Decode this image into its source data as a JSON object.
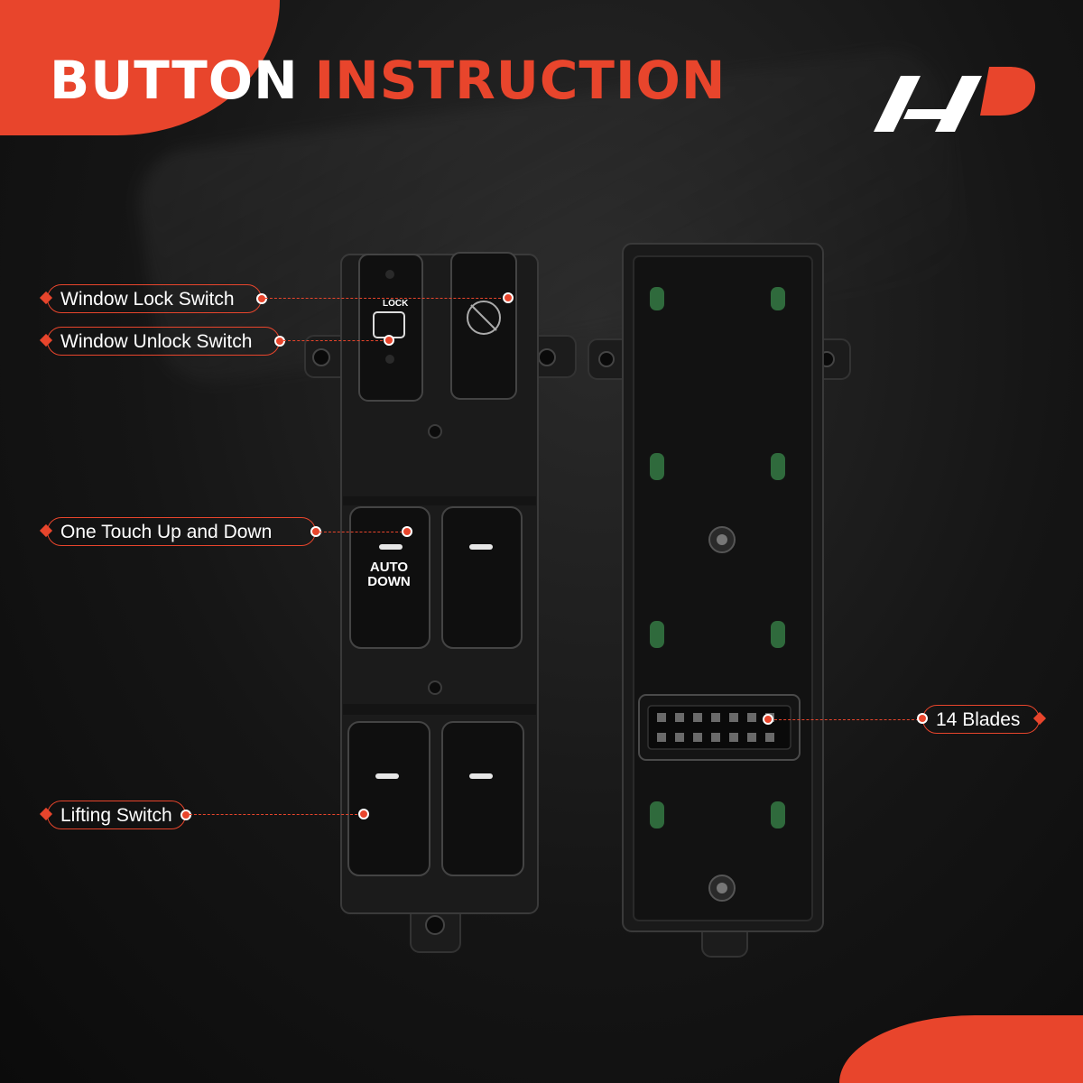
{
  "header": {
    "title_word1": "BUTTON",
    "title_word2": "INSTRUCTION"
  },
  "brand": {
    "logo_icon": "a-premium-logo-icon",
    "accent_color": "#e8452c"
  },
  "switch_panel": {
    "lock_button_text": "LOCK",
    "auto_down_line1": "AUTO",
    "auto_down_line2": "DOWN"
  },
  "callouts": {
    "window_lock": "Window Lock Switch",
    "window_unlock": "Window Unlock Switch",
    "one_touch": "One Touch Up and Down",
    "lifting": "Lifting Switch",
    "blades": "14 Blades"
  }
}
